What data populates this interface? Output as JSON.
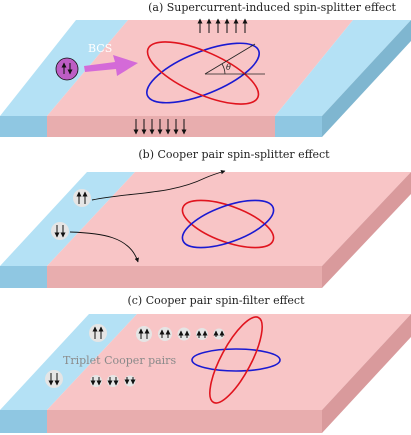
{
  "panels": [
    {
      "caption": "(a) Supercurrent-induced spin-splitter effect"
    },
    {
      "caption": "(b) Cooper pair spin-splitter effect"
    },
    {
      "caption": "(c) Cooper pair spin-filter effect"
    }
  ],
  "labels": {
    "bcs": "BCS",
    "theta": "θ",
    "triplet": "Triplet Cooper pairs"
  },
  "colors": {
    "superconductor": "#b4e1f5",
    "sc_front": "#8fc7e2",
    "sc_side": "#7fb6d0",
    "altermagnet": "#f8c5c6",
    "am_front": "#e8adae",
    "am_side": "#d99a9c",
    "ellipse_red": "#e0141e",
    "ellipse_blue": "#1a1ad2",
    "bcs_arrow": "#d46ad8",
    "pair_circle": "#e5e5e5"
  }
}
